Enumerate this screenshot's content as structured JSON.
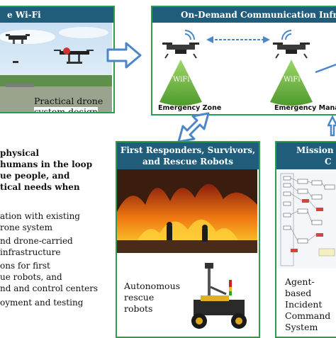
{
  "colors": {
    "border": "#2e9c4f",
    "header": "#1f5d7a",
    "arrow": "#4a86c8",
    "cone": "#7cc24a"
  },
  "panel1": {
    "header": "e Wi-Fi",
    "caption_line1": "Practical drone",
    "caption_line2": "system design"
  },
  "panel2": {
    "header": "On-Demand Communication Infrastru",
    "wifi_label_1": "WiFi",
    "wifi_label_2": "WiFi",
    "zone_label": "Emergency Zone",
    "manage_label": "Emergency Manag"
  },
  "panel3": {
    "header_line1": "First Responders, Survivors,",
    "header_line2": "and Rescue Robots",
    "robot_line1": "Autonomous",
    "robot_line2": "rescue",
    "robot_line3": "robots"
  },
  "panel4": {
    "header_line1": "Mission C",
    "header_line2": "C",
    "agent_line1": "Agent-",
    "agent_line2": "based",
    "agent_line3": "Incident",
    "agent_line4": "Command",
    "agent_line5": "System"
  },
  "left_text": {
    "bold_lines": [
      "physical",
      "humans in the loop",
      "ue people, and",
      "tical needs when"
    ],
    "lines": [
      "ation with existing",
      "rone system",
      "nd drone-carried",
      "infrastructure",
      "ons for first",
      "ue robots, and",
      "nd and control centers",
      "oyment and testing"
    ]
  },
  "icons": [
    "drone-icon",
    "wifi-icon",
    "fire-photo",
    "robot-icon",
    "flowchart-diagram"
  ]
}
